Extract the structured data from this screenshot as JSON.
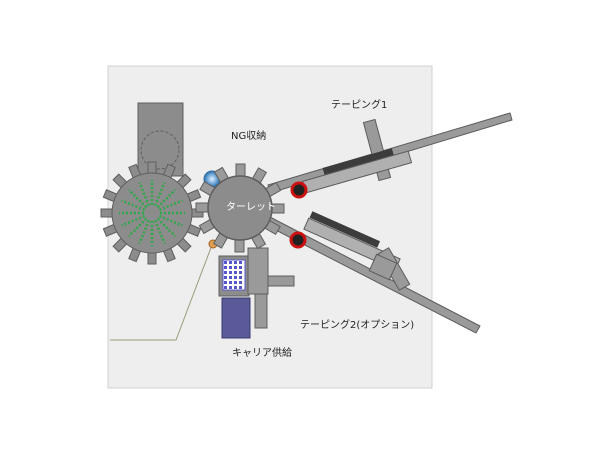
{
  "labels": {
    "taping1": "テーピング1",
    "ng_storage": "NG収納",
    "turret": "ターレット",
    "taping2": "テーピング2(オプション)",
    "carrier_supply": "キャリア供給"
  },
  "colors": {
    "panel": "#eeeeee",
    "machine": "#8c8c8c",
    "machine_dark": "#5e5e5e",
    "leds": "#2fa84a",
    "roller_ring": "#cc1111",
    "carrier_box": "#5a5a98",
    "carrier_grid": "#5656cc"
  },
  "icons": {
    "ng_bin": "ng-bin-icon",
    "taping_roller": "roller-icon"
  }
}
